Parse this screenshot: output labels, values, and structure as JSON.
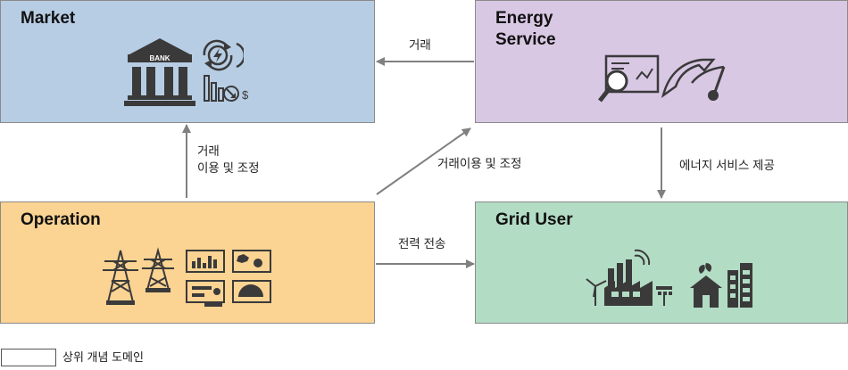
{
  "nodes": {
    "market": {
      "title": "Market",
      "bank_sign": "BANK"
    },
    "energy_service": {
      "title": "Energy\nService"
    },
    "operation": {
      "title": "Operation"
    },
    "grid_user": {
      "title": "Grid User"
    }
  },
  "edges": {
    "energy_to_market": "거래",
    "operation_to_market": "거래\n이용 및 조정",
    "operation_to_energy": "거래이용 및 조정",
    "energy_to_grid": "에너지 서비스 제공",
    "operation_to_grid": "전력 전송"
  },
  "legend": {
    "label": "상위 개념 도메인"
  },
  "colors": {
    "market": "#b7cde4",
    "energy_service": "#d9c8e4",
    "operation": "#fbd392",
    "grid_user": "#b3dcc5",
    "arrow": "#808080",
    "icon": "#3a3a3a"
  }
}
